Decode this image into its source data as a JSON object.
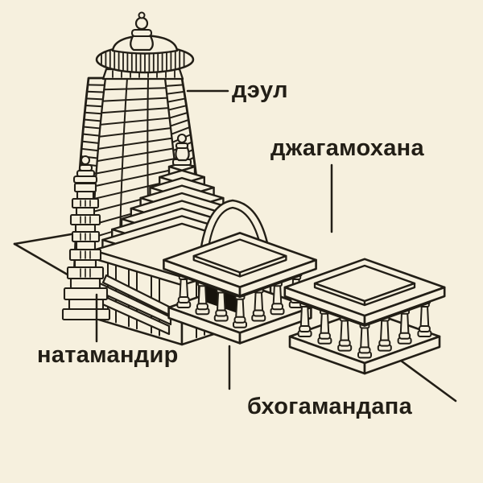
{
  "page": {
    "background": "#f6f0de",
    "ink": "#221e16",
    "shadow": "#17130c"
  },
  "diagram": {
    "labels": {
      "deul": "дэул",
      "jagamohana": "джагамохана",
      "natamandir": "натамандир",
      "bhogamandapa": "бхогамандапа"
    }
  }
}
